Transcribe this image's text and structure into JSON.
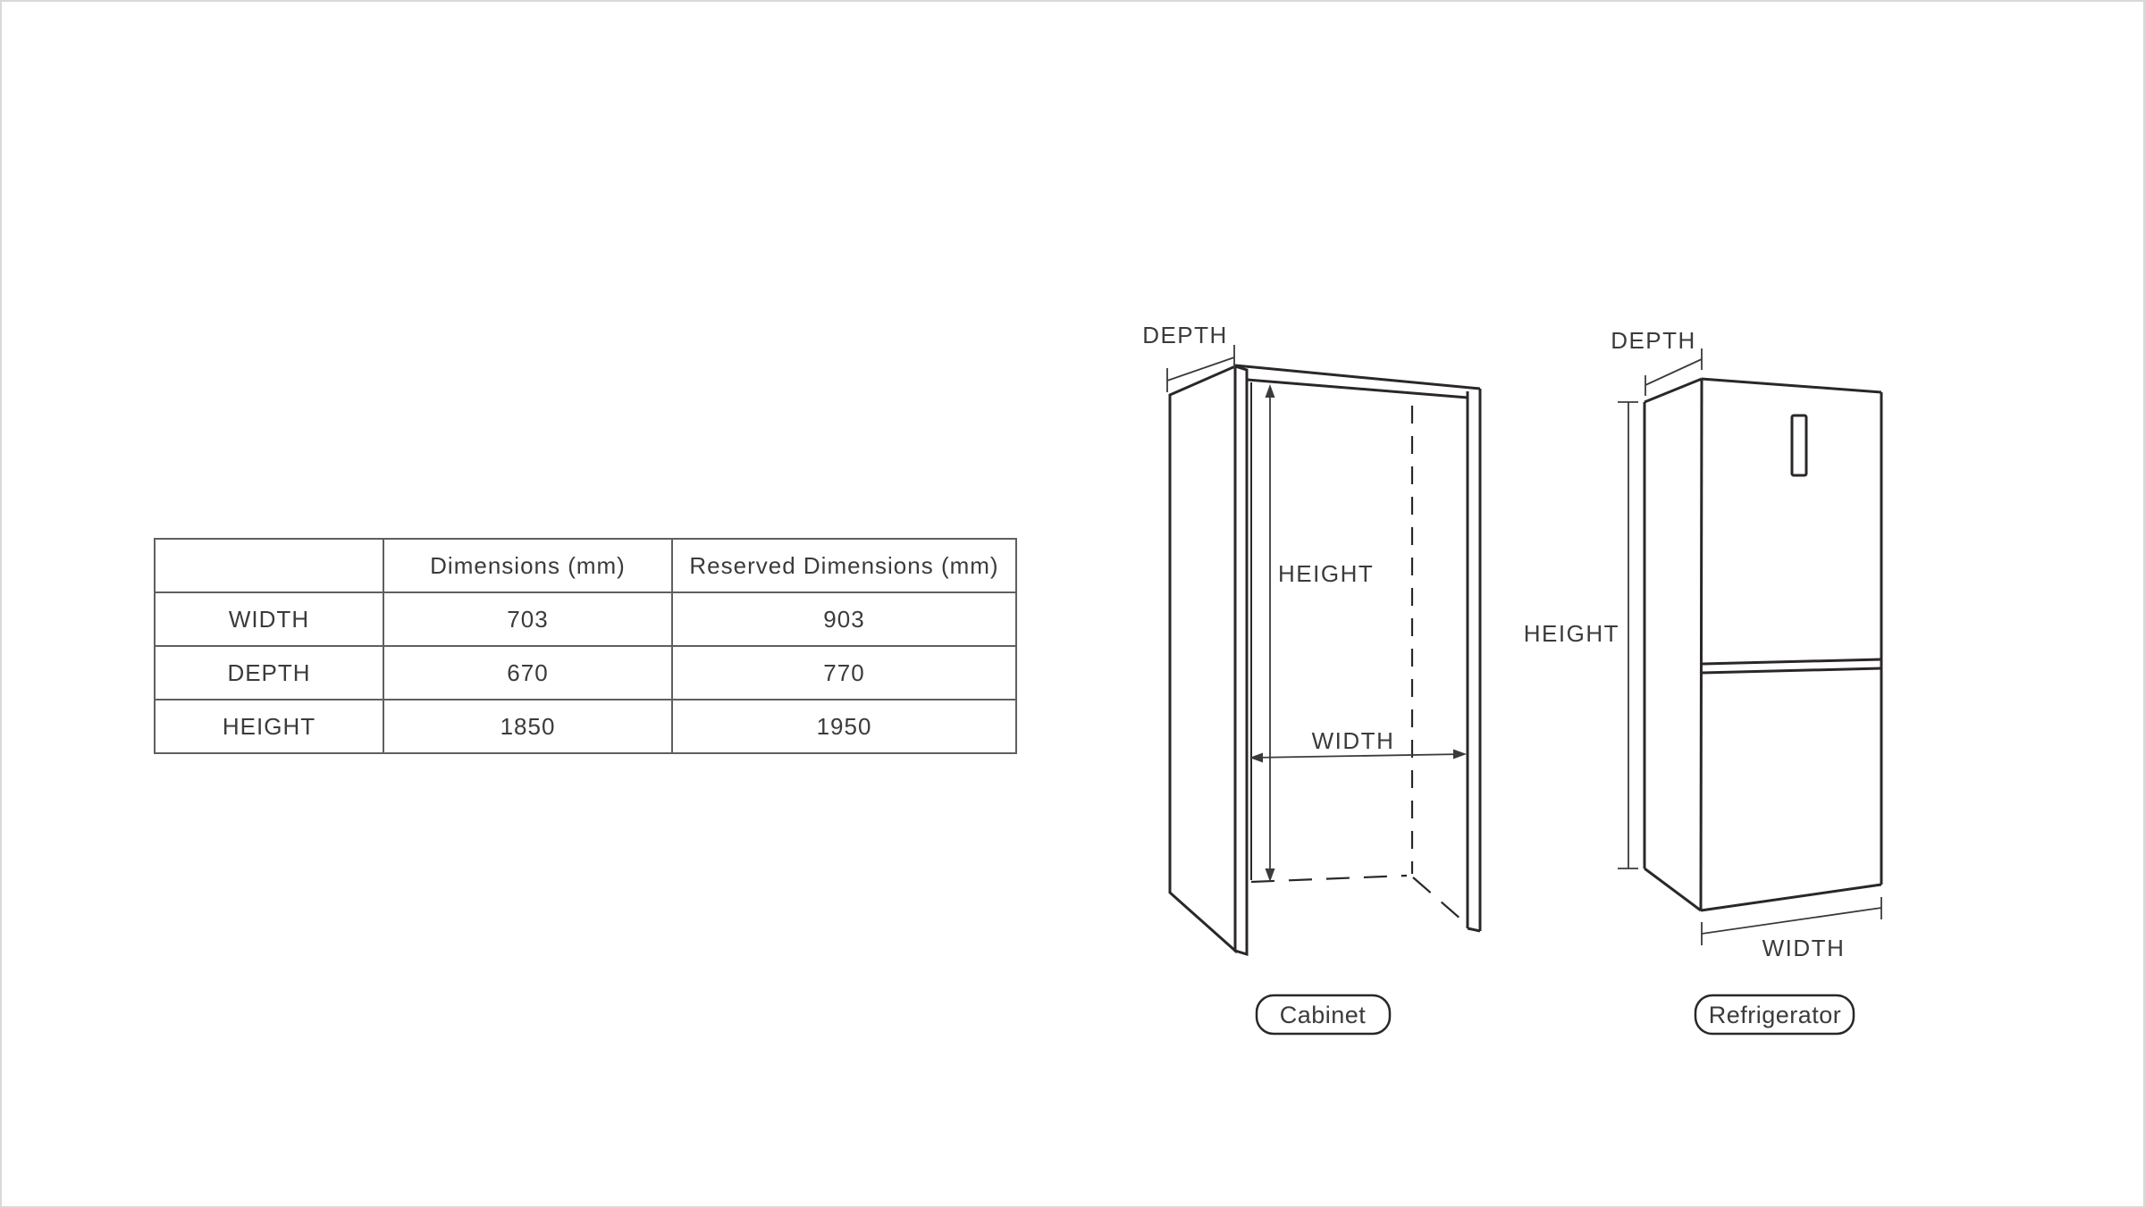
{
  "table": {
    "headers": [
      "",
      "Dimensions (mm)",
      "Reserved Dimensions (mm)"
    ],
    "rows": [
      {
        "label": "WIDTH",
        "dimension": "703",
        "reserved": "903"
      },
      {
        "label": "DEPTH",
        "dimension": "670",
        "reserved": "770"
      },
      {
        "label": "HEIGHT",
        "dimension": "1850",
        "reserved": "1950"
      }
    ]
  },
  "cabinet": {
    "badge_label": "Cabinet",
    "depth_label": "DEPTH",
    "height_label": "HEIGHT",
    "width_label": "WIDTH"
  },
  "refrigerator": {
    "badge_label": "Refrigerator",
    "depth_label": "DEPTH",
    "height_label": "HEIGHT",
    "width_label": "WIDTH"
  },
  "colors": {
    "line": "#2b2728",
    "text": "#3b3b3b",
    "table_border": "#5f5f5f",
    "page_border": "#d9d9d9"
  }
}
